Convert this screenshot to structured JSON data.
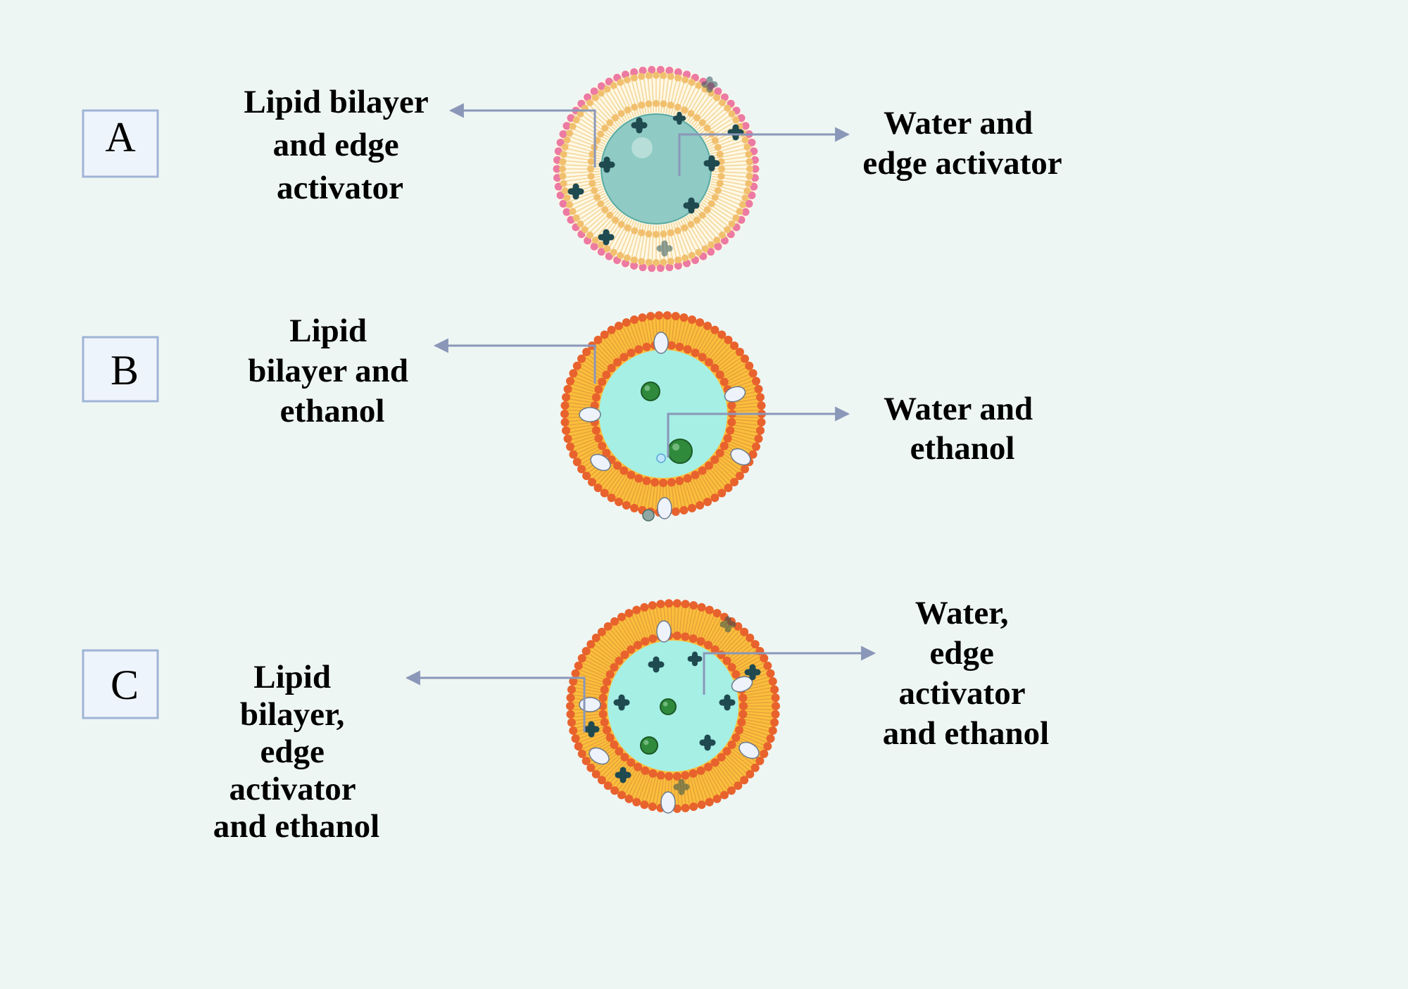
{
  "panels": [
    {
      "id": "A",
      "letter": "A",
      "left_label": [
        "Lipid bilayer",
        "and edge",
        "activator"
      ],
      "right_label": [
        "Water and",
        "edge activator"
      ],
      "style": "transfersome",
      "colors": {
        "core": "#8fcac4",
        "head": "#f1c06f",
        "outer_dot": "#ec7aa2",
        "tail": "#fff8e6"
      }
    },
    {
      "id": "B",
      "letter": "B",
      "left_label": [
        "Lipid",
        "bilayer and",
        "ethanol"
      ],
      "right_label": [
        "Water and",
        "ethanol"
      ],
      "style": "ethosome",
      "colors": {
        "core": "#a5efe5",
        "head": "#e8622d",
        "tail": "#fbbf3c",
        "ethanol": "#eef2fb",
        "drug": "#2f8a3c"
      }
    },
    {
      "id": "C",
      "letter": "C",
      "left_label": [
        "Lipid",
        "bilayer,",
        "edge",
        "activator",
        "and ethanol"
      ],
      "right_label": [
        "Water,",
        "edge",
        "activator",
        "and ethanol"
      ],
      "style": "transethosome",
      "colors": {
        "core": "#a5efe5",
        "head": "#e8622d",
        "tail": "#fbbf3c",
        "ethanol": "#eef2fb",
        "drug": "#2f8a3c",
        "activator": "#1f4a50"
      }
    }
  ],
  "colors": {
    "background": "#eef6f3",
    "arrow": "#8a97b8",
    "box_border": "#9fb4d6"
  }
}
